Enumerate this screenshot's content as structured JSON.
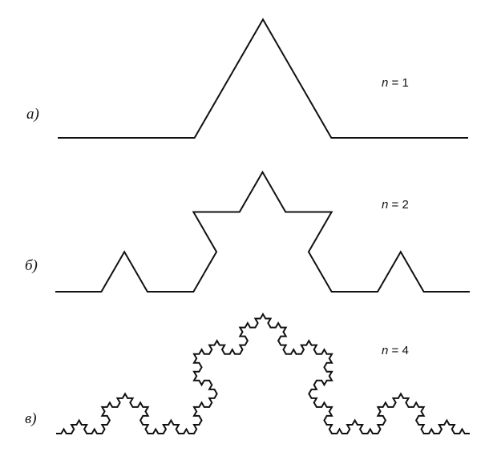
{
  "figure": {
    "panels": [
      {
        "label": "а)",
        "n": 1,
        "order_var": "n",
        "order_eq": " = 1"
      },
      {
        "label": "б)",
        "n": 2,
        "order_var": "n",
        "order_eq": " = 2"
      },
      {
        "label": "в)",
        "n": 4,
        "order_var": "n",
        "order_eq": " = 4"
      }
    ],
    "stroke_color": "#111111"
  }
}
